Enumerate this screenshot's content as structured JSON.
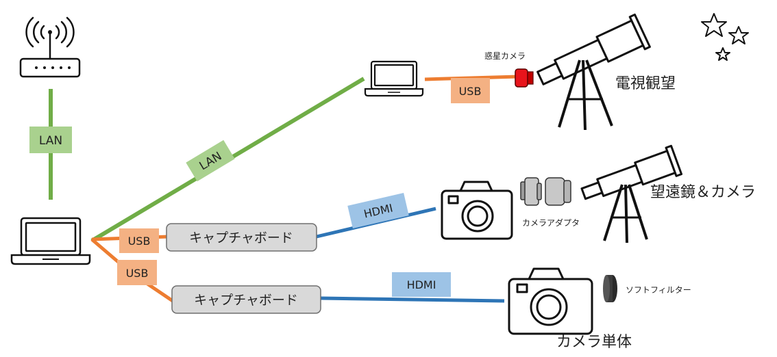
{
  "labels": {
    "lan_top": "LAN",
    "lan_diagonal": "LAN",
    "usb_planet": "USB",
    "usb_capture1": "USB",
    "usb_capture2": "USB",
    "capture_board_1": "キャプチャボード",
    "capture_board_2": "キャプチャボード",
    "hdmi_1": "HDMI",
    "hdmi_2": "HDMI",
    "planet_camera": "惑星カメラ",
    "electric_viewing": "電視観望",
    "telescope_camera": "望遠鏡＆カメラ",
    "camera_adapter": "カメラアダプタ",
    "soft_filter": "ソフトフィルター",
    "camera_only": "カメラ単体"
  },
  "colors": {
    "lan": "#70ad47",
    "lan_label_bg": "#a9d18e",
    "usb": "#ed7d31",
    "usb_label_bg": "#f4b183",
    "hdmi": "#2e75b6",
    "hdmi_label_bg": "#9dc3e6",
    "capture_bg": "#d9d9d9",
    "red_camera": "#e8141b"
  },
  "icons": [
    "router-icon",
    "laptop-icon",
    "telescope-icon",
    "camera-icon",
    "stars-icon",
    "adapter-ring-icon",
    "filter-icon",
    "planet-camera-icon"
  ]
}
